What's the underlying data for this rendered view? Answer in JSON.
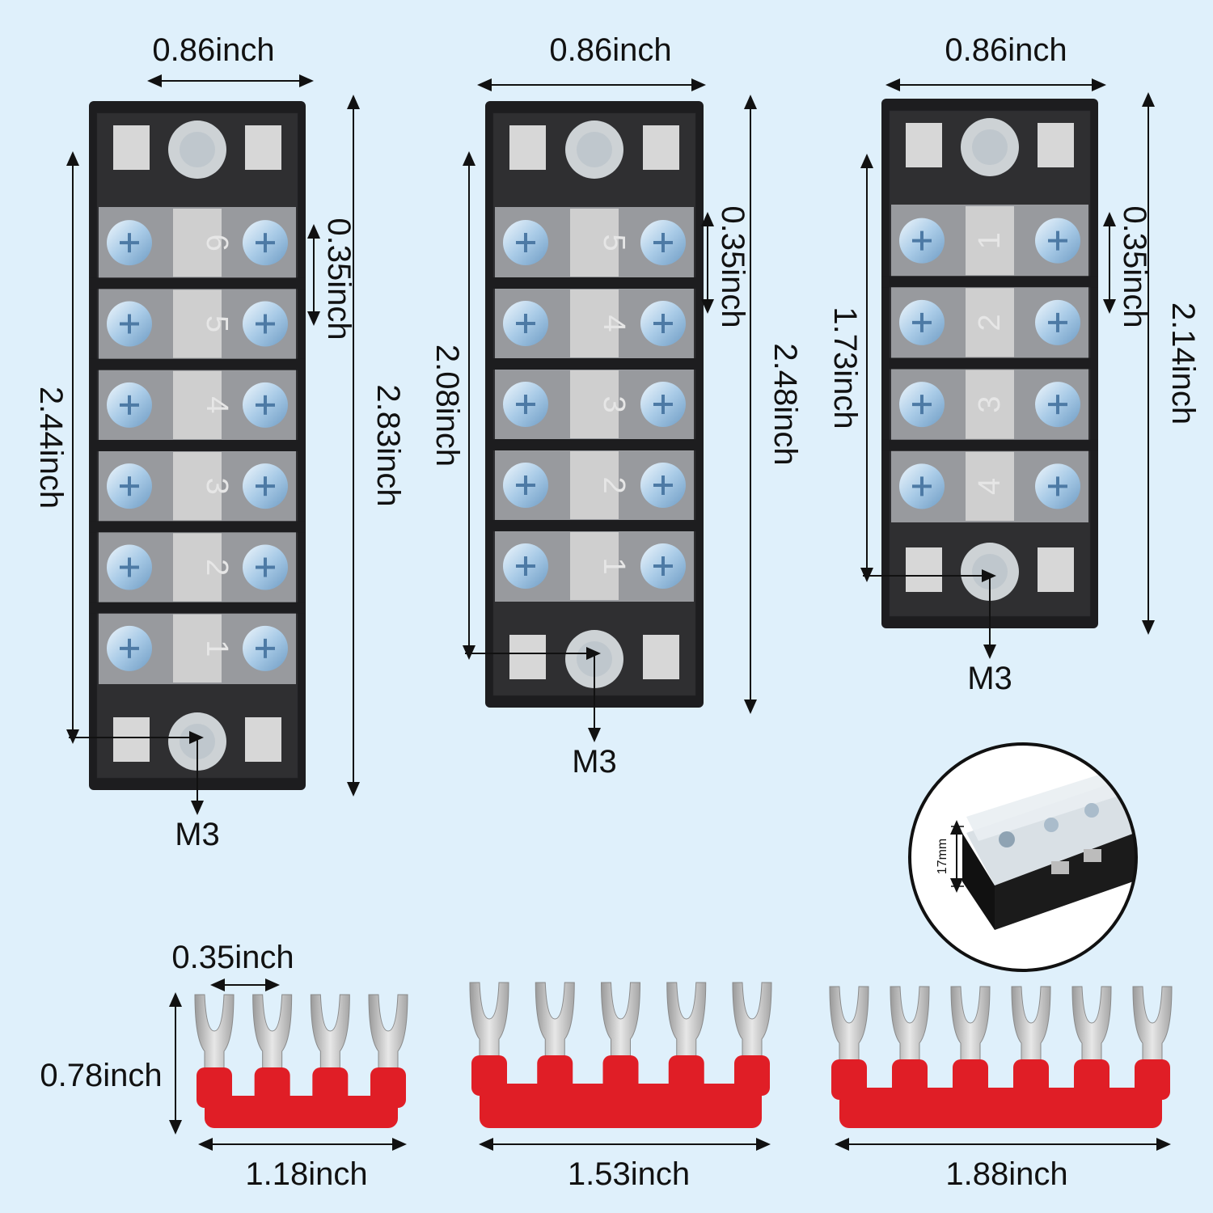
{
  "colors": {
    "background": "#dff0fb",
    "block_body": "#1d1d1f",
    "screw": "#b9d6ee",
    "strip_red": "#e01e26",
    "strip_metal": "#c8c8c8"
  },
  "blocks": [
    {
      "width_label": "0.86inch",
      "total_height_label": "2.83inch",
      "hole_pitch_label": "2.44inch",
      "pitch_label": "0.35inch",
      "screw_label": "M3",
      "terminal_numbers": [
        "6",
        "5",
        "4",
        "3",
        "2",
        "1"
      ]
    },
    {
      "width_label": "0.86inch",
      "total_height_label": "2.48inch",
      "hole_pitch_label": "2.08inch",
      "pitch_label": "0.35inch",
      "screw_label": "M3",
      "terminal_numbers": [
        "5",
        "4",
        "3",
        "2",
        "1"
      ]
    },
    {
      "width_label": "0.86inch",
      "total_height_label": "2.14inch",
      "hole_pitch_label": "1.73inch",
      "pitch_label": "0.35inch",
      "screw_label": "M3",
      "terminal_numbers": [
        "1",
        "2",
        "3",
        "4"
      ]
    }
  ],
  "inset": {
    "height_label": "17mm"
  },
  "strips": [
    {
      "prongs": 4,
      "length_label": "1.18inch",
      "height_label": "0.78inch",
      "pitch_label": "0.35inch"
    },
    {
      "prongs": 5,
      "length_label": "1.53inch"
    },
    {
      "prongs": 6,
      "length_label": "1.88inch"
    }
  ]
}
